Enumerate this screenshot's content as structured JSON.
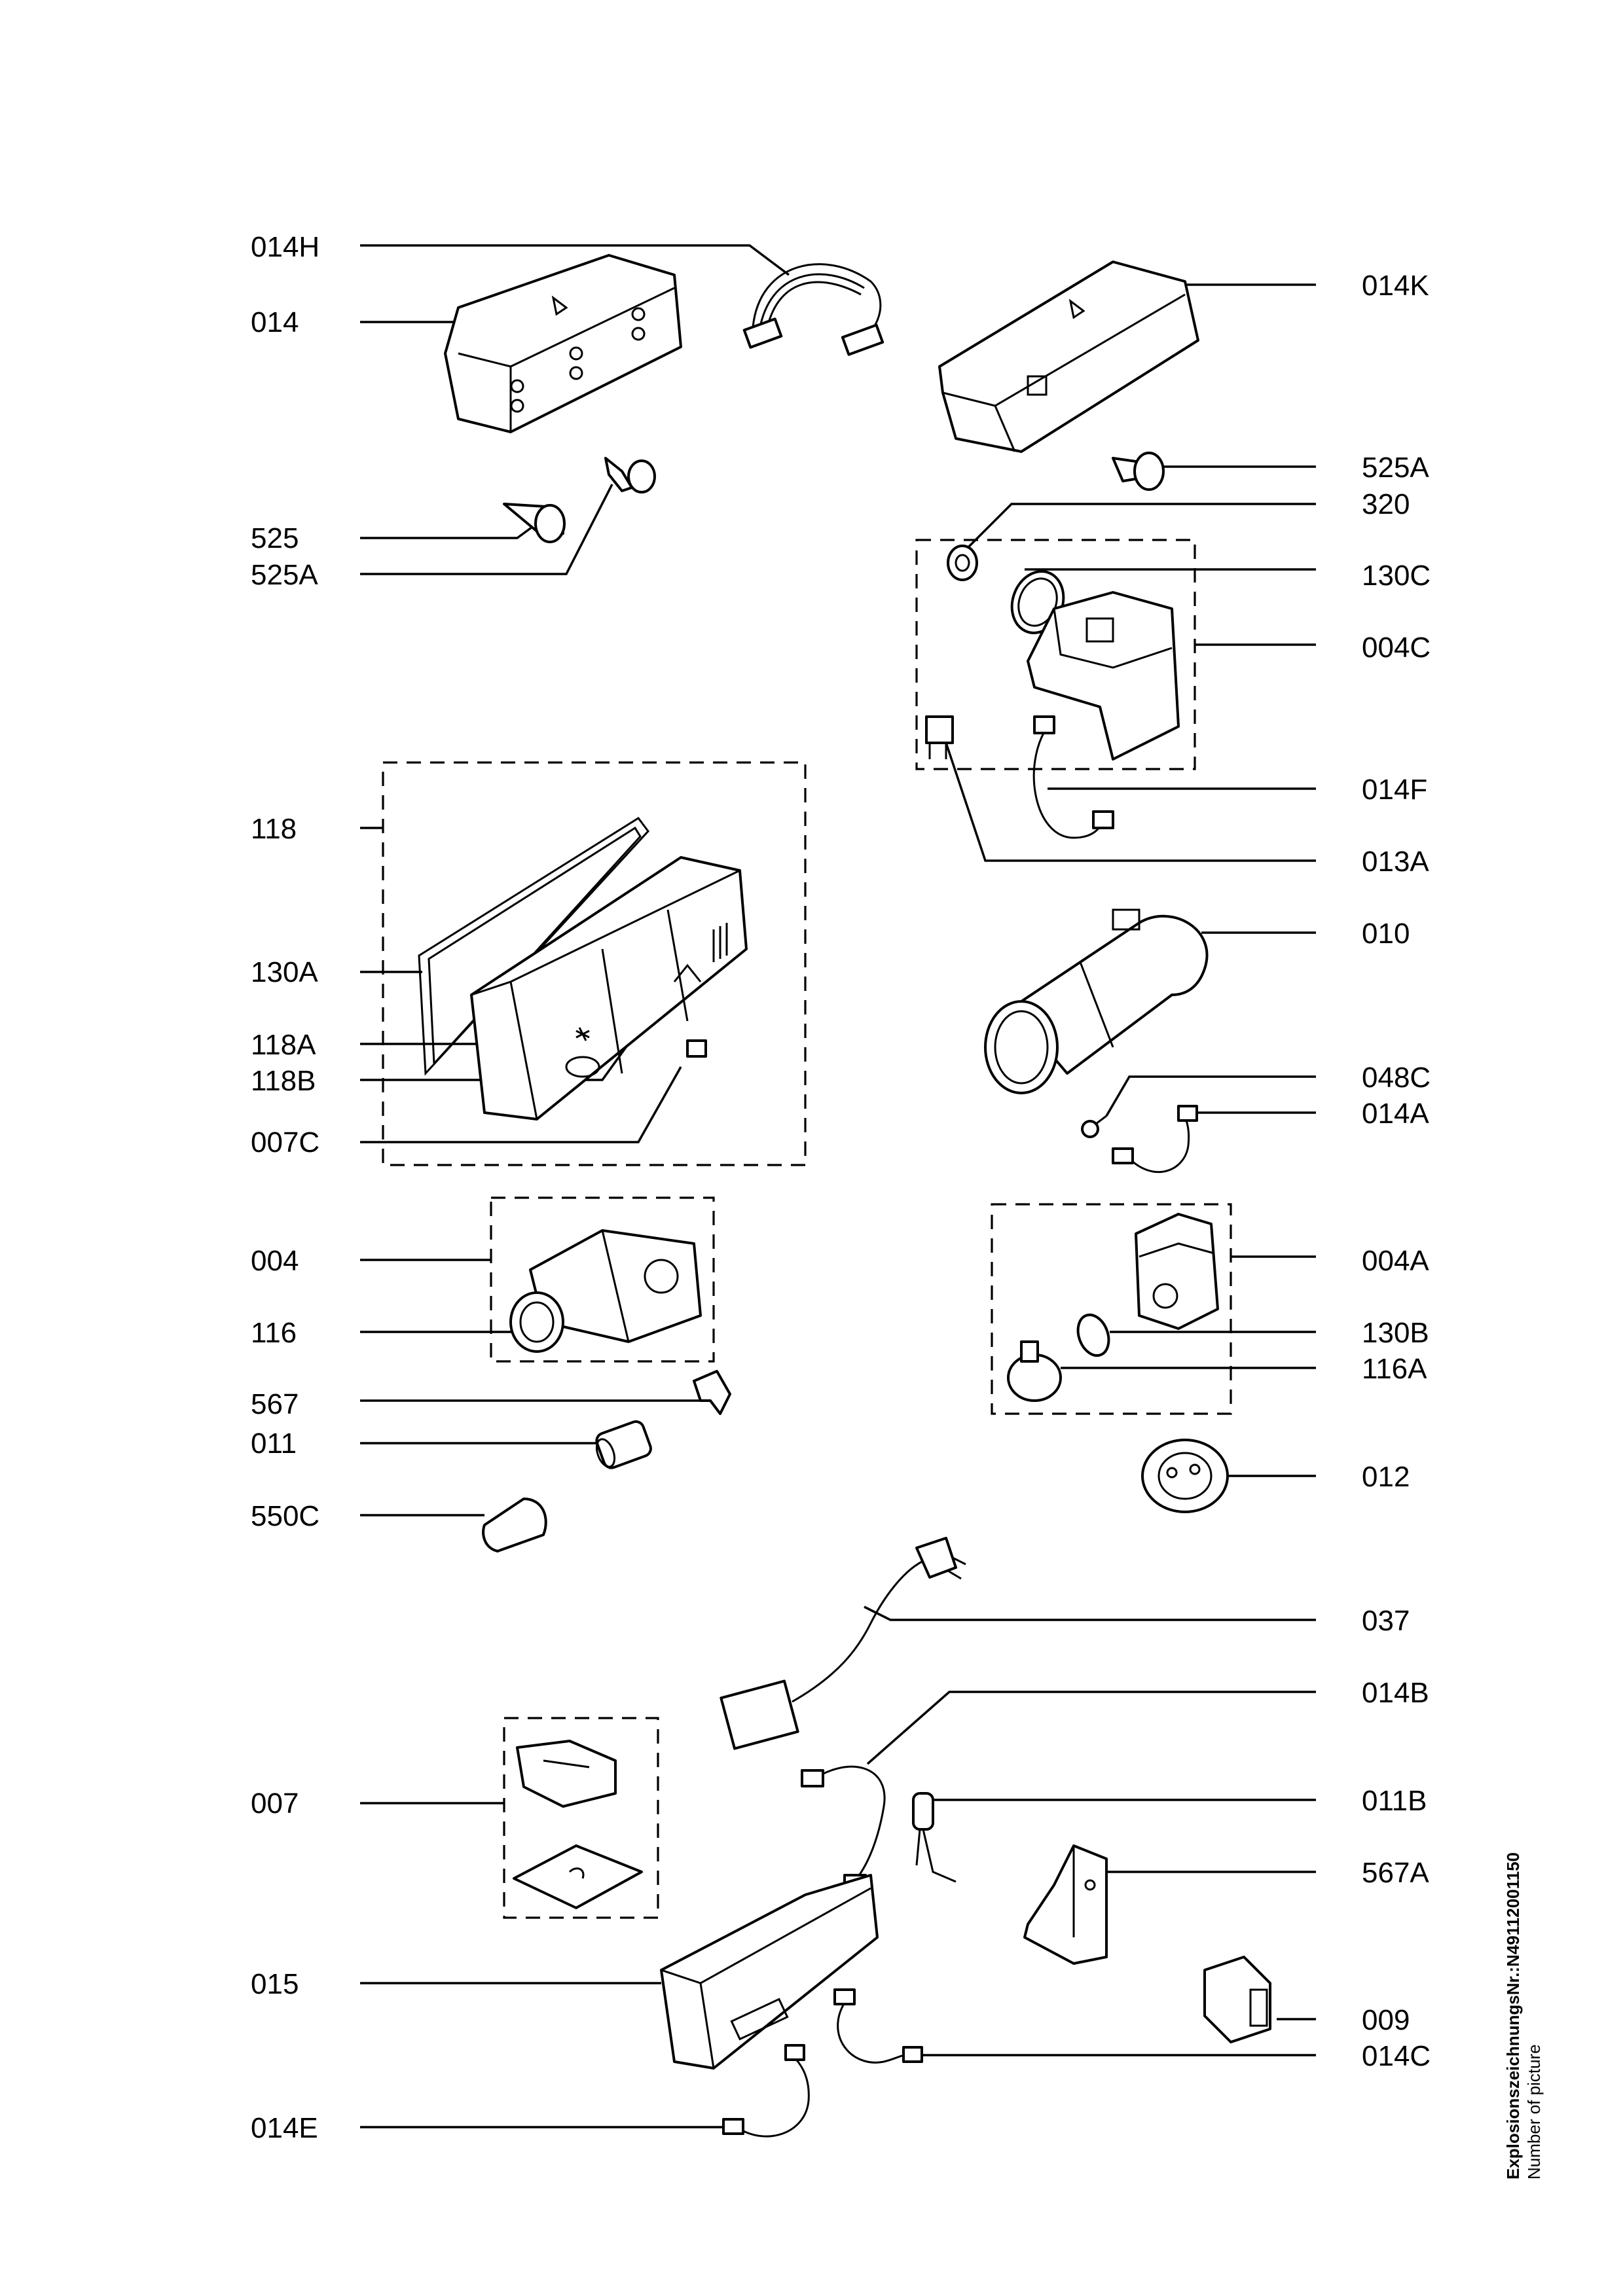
{
  "labels": {
    "l_014H": "014H",
    "l_014": "014",
    "l_525": "525",
    "l_525A_left": "525A",
    "l_118": "118",
    "l_130A": "130A",
    "l_118A": "118A",
    "l_118B": "118B",
    "l_007C": "007C",
    "l_004": "004",
    "l_116": "116",
    "l_567": "567",
    "l_011": "011",
    "l_550C": "550C",
    "l_007": "007",
    "l_015": "015",
    "l_014E": "014E",
    "l_014K": "014K",
    "l_525A_right": "525A",
    "l_320": "320",
    "l_130C": "130C",
    "l_004C": "004C",
    "l_014F": "014F",
    "l_013A": "013A",
    "l_010": "010",
    "l_048C": "048C",
    "l_014A": "014A",
    "l_004A": "004A",
    "l_130B": "130B",
    "l_116A": "116A",
    "l_012": "012",
    "l_037": "037",
    "l_014B": "014B",
    "l_011B": "011B",
    "l_567A": "567A",
    "l_009": "009",
    "l_014C": "014C"
  },
  "side_caption": {
    "line1": "ExplosionszeichnungsNr.:N49112001150",
    "line2": "Number of picture"
  }
}
